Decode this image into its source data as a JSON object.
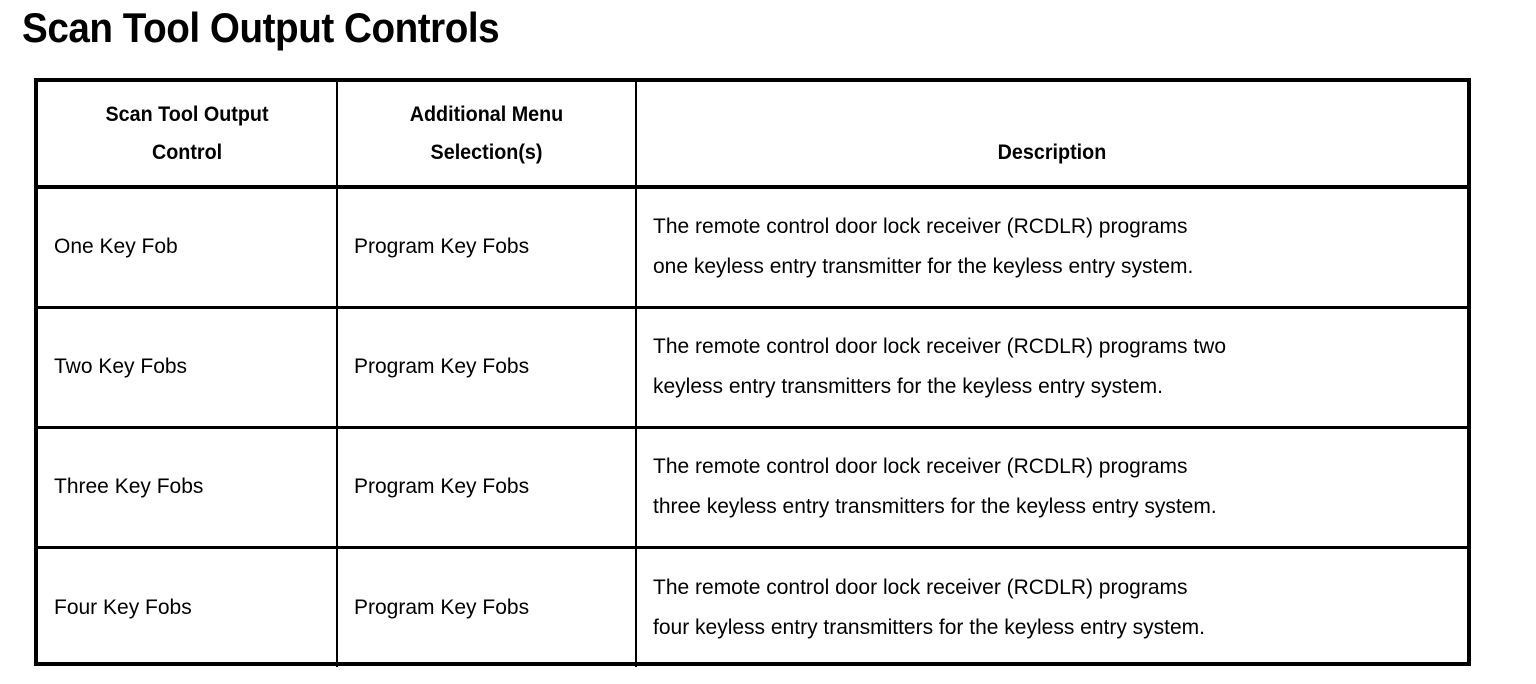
{
  "page": {
    "title": "Scan Tool Output Controls",
    "background_color": "#ffffff",
    "text_color": "#000000",
    "border_color": "#000000"
  },
  "table": {
    "headers": {
      "control": {
        "line1": "Scan Tool Output",
        "line2": "Control"
      },
      "menu": {
        "line1": "Additional Menu",
        "line2": "Selection(s)"
      },
      "description": "Description"
    },
    "rows": [
      {
        "control": "One Key Fob",
        "menu": "Program Key Fobs",
        "description_line1": "The remote control door lock receiver (RCDLR) programs",
        "description_line2": "one keyless entry transmitter for the keyless entry system."
      },
      {
        "control": "Two Key Fobs",
        "menu": "Program Key Fobs",
        "description_line1": "The remote control door lock receiver (RCDLR) programs two",
        "description_line2": "keyless entry transmitters for the keyless entry system."
      },
      {
        "control": "Three Key Fobs",
        "menu": "Program Key Fobs",
        "description_line1": "The remote control door lock receiver (RCDLR) programs",
        "description_line2": "three keyless entry transmitters for the keyless entry system."
      },
      {
        "control": "Four Key Fobs",
        "menu": "Program Key Fobs",
        "description_line1": "The remote control door lock receiver (RCDLR) programs",
        "description_line2": "four keyless entry transmitters for the keyless entry system."
      }
    ]
  }
}
